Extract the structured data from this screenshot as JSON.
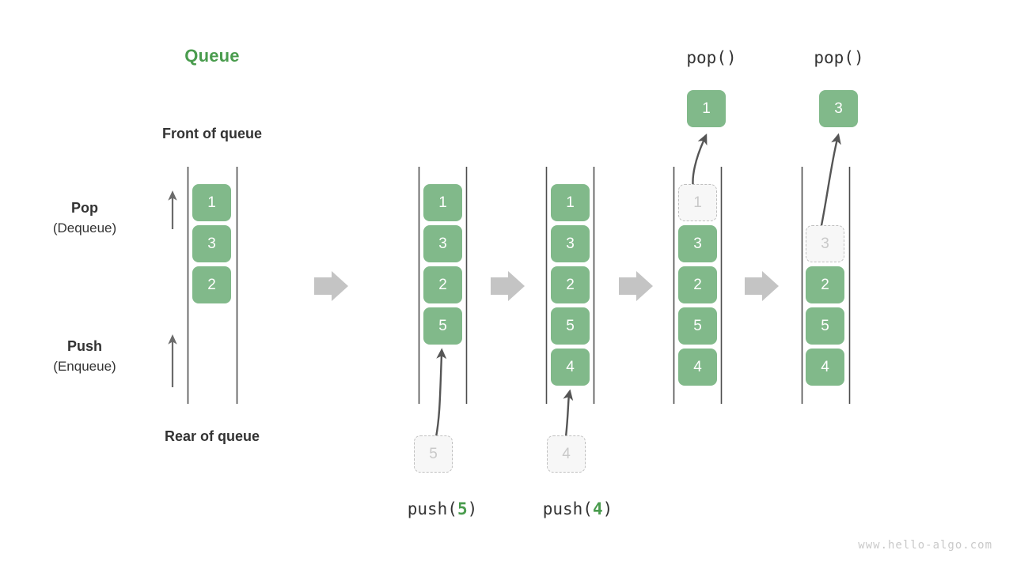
{
  "title": "Queue",
  "labels": {
    "front_of_queue": "Front of queue",
    "rear_of_queue": "Rear of queue",
    "pop_line1": "Pop",
    "pop_line2": "(Dequeue)",
    "push_line1": "Push",
    "push_line2": "(Enqueue)"
  },
  "colors": {
    "accent_green": "#4a9c4e",
    "cell_green": "#81b98a",
    "ghost_fill": "#f7f7f7",
    "ghost_border": "#bfbfbf",
    "rail": "#4d4d4d",
    "arrow_grey": "#c4c4c4",
    "motion_arrow": "#555555",
    "text": "#333333",
    "watermark": "#c9c9c9"
  },
  "panels": [
    {
      "id": "initial",
      "caption": "",
      "cells": [
        {
          "value": "1",
          "state": "filled"
        },
        {
          "value": "3",
          "state": "filled"
        },
        {
          "value": "2",
          "state": "filled"
        }
      ],
      "popped_cell": null,
      "incoming_cell": null
    },
    {
      "id": "after-push-5",
      "caption": "push(5)",
      "caption_fn": "push",
      "caption_arg": "5",
      "cells": [
        {
          "value": "1",
          "state": "filled"
        },
        {
          "value": "3",
          "state": "filled"
        },
        {
          "value": "2",
          "state": "filled"
        },
        {
          "value": "5",
          "state": "filled"
        }
      ],
      "popped_cell": null,
      "incoming_cell": {
        "value": "5",
        "state": "ghost"
      }
    },
    {
      "id": "after-push-4",
      "caption": "push(4)",
      "caption_fn": "push",
      "caption_arg": "4",
      "cells": [
        {
          "value": "1",
          "state": "filled"
        },
        {
          "value": "3",
          "state": "filled"
        },
        {
          "value": "2",
          "state": "filled"
        },
        {
          "value": "5",
          "state": "filled"
        },
        {
          "value": "4",
          "state": "filled"
        }
      ],
      "popped_cell": null,
      "incoming_cell": {
        "value": "4",
        "state": "ghost"
      }
    },
    {
      "id": "after-pop-1",
      "caption": "pop()",
      "caption_fn": "pop",
      "caption_arg": "",
      "cells": [
        {
          "value": "1",
          "state": "ghost"
        },
        {
          "value": "3",
          "state": "filled"
        },
        {
          "value": "2",
          "state": "filled"
        },
        {
          "value": "5",
          "state": "filled"
        },
        {
          "value": "4",
          "state": "filled"
        }
      ],
      "popped_cell": {
        "value": "1",
        "state": "filled"
      },
      "incoming_cell": null
    },
    {
      "id": "after-pop-3",
      "caption": "pop()",
      "caption_fn": "pop",
      "caption_arg": "",
      "cells": [
        {
          "value": "",
          "state": "empty"
        },
        {
          "value": "3",
          "state": "ghost"
        },
        {
          "value": "2",
          "state": "filled"
        },
        {
          "value": "5",
          "state": "filled"
        },
        {
          "value": "4",
          "state": "filled"
        }
      ],
      "popped_cell": {
        "value": "3",
        "state": "filled"
      },
      "incoming_cell": null
    }
  ],
  "watermark": "www.hello-algo.com"
}
